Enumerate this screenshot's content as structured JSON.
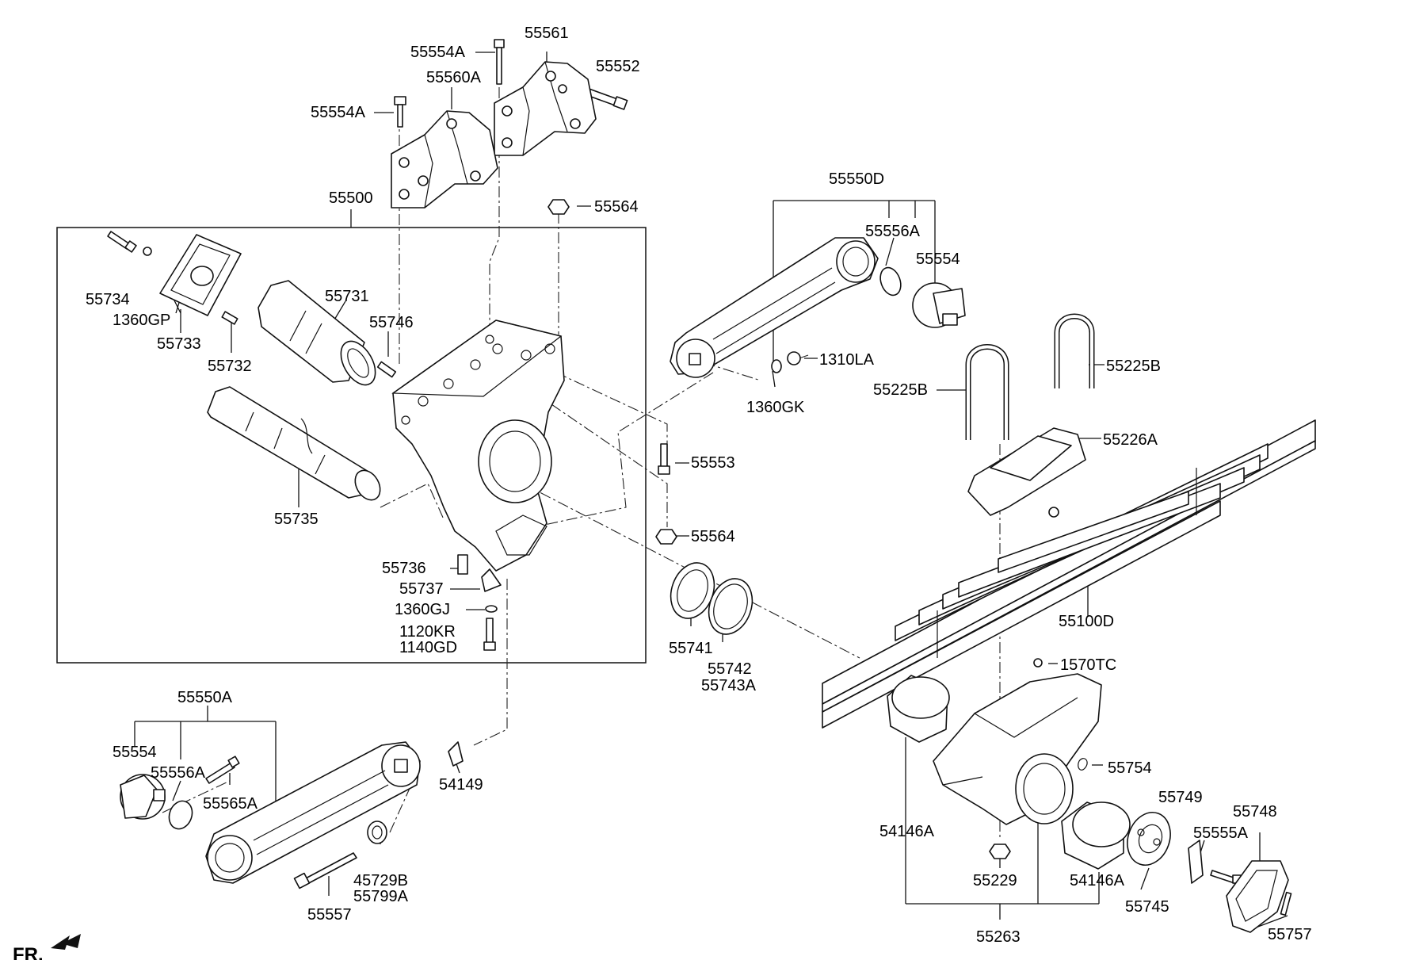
{
  "labels": {
    "l55554A_top": "55554A",
    "l55561": "55561",
    "l55552": "55552",
    "l55560A": "55560A",
    "l55554A_left": "55554A",
    "l55500": "55500",
    "l55564_top": "55564",
    "l55734": "55734",
    "l1360GP": "1360GP",
    "l55733": "55733",
    "l55731": "55731",
    "l55746": "55746",
    "l55732": "55732",
    "l55735": "55735",
    "l55736": "55736",
    "l55737": "55737",
    "l1360GJ": "1360GJ",
    "l1120KR": "1120KR",
    "l1140GD": "1140GD",
    "l55553": "55553",
    "l55564_mid": "55564",
    "l55550D": "55550D",
    "l55556A_top": "55556A",
    "l55554_top": "55554",
    "l1310LA": "1310LA",
    "l1360GK": "1360GK",
    "l55225B_left": "55225B",
    "l55225B_right": "55225B",
    "l55226A": "55226A",
    "l55100D": "55100D",
    "l55741": "55741",
    "l55742": "55742",
    "l55743A": "55743A",
    "l1570TC": "1570TC",
    "l55550A": "55550A",
    "l55554_bot": "55554",
    "l55556A_bot": "55556A",
    "l55565A": "55565A",
    "l54149": "54149",
    "l45729B": "45729B",
    "l55799A": "55799A",
    "l55557": "55557",
    "l55754": "55754",
    "l54146A_left": "54146A",
    "l55229": "55229",
    "l54146A_right": "54146A",
    "l55749": "55749",
    "l55748": "55748",
    "l55555A": "55555A",
    "l55745": "55745",
    "l55757": "55757",
    "l55263": "55263",
    "fr": "FR."
  }
}
